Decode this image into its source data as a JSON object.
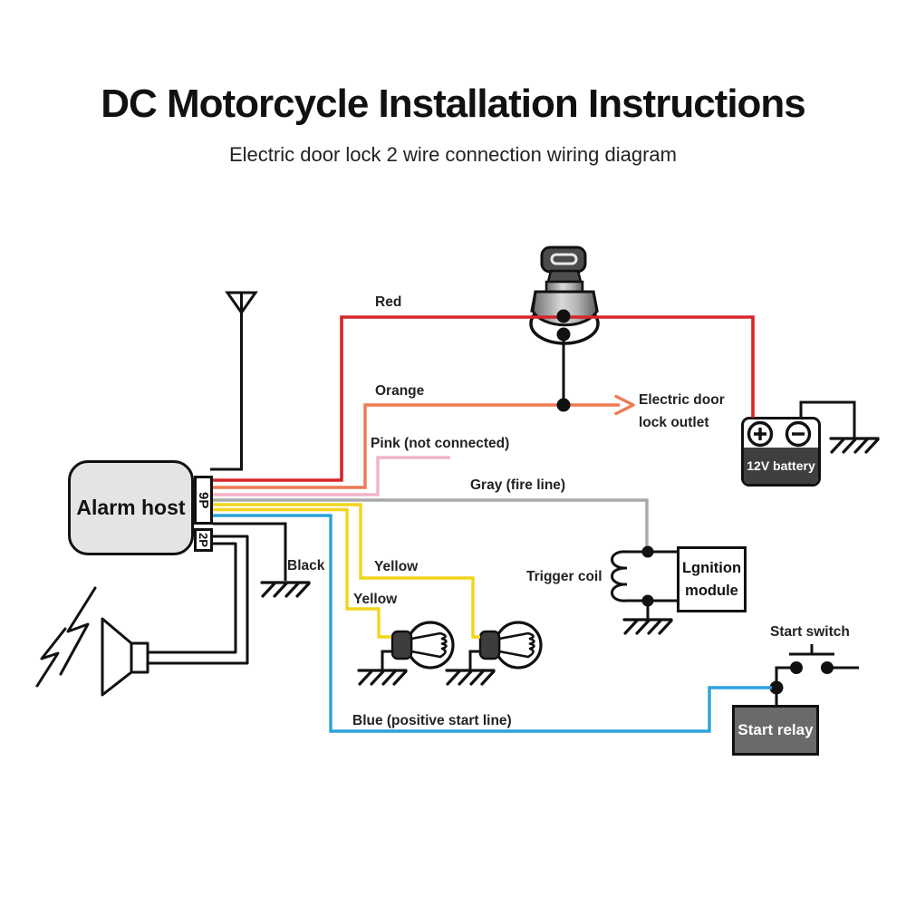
{
  "title": "DC Motorcycle Installation Instructions",
  "subtitle": "Electric door lock 2 wire connection wiring diagram",
  "diagram": {
    "alarm_host_label": "Alarm host",
    "connector_9p_label": "9P",
    "connector_2p_label": "2P",
    "battery_label": "12V battery",
    "ignition_module_label_line1": "Lgnition",
    "ignition_module_label_line2": "module",
    "trigger_coil_label": "Trigger coil",
    "start_switch_label": "Start switch",
    "start_relay_label": "Start relay",
    "door_lock_label_line1": "Electric door",
    "door_lock_label_line2": "lock outlet"
  },
  "wire_labels": {
    "red": "Red",
    "orange": "Orange",
    "pink": "Pink (not connected)",
    "gray": "Gray (fire line)",
    "black": "Black",
    "yellow_upper": "Yellow",
    "yellow_lower": "Yellow",
    "blue": "Blue (positive start line)"
  },
  "colors": {
    "red": "#d6252a",
    "orange": "#ee7a52",
    "pink": "#f3b3c9",
    "gray": "#a9a9a9",
    "yellow": "#f2d41c",
    "blue": "#2ba2db",
    "wire_black": "#111111"
  }
}
